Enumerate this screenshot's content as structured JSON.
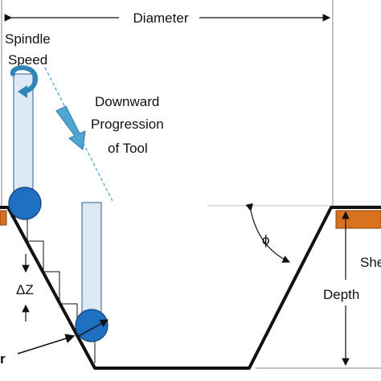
{
  "labels": {
    "diameter": "Diameter",
    "spindle_line1": "Spindle",
    "spindle_line2": "Speed",
    "downward_line1": "Downward",
    "downward_line2": "Progression",
    "downward_line3": "of Tool",
    "phi": "ϕ",
    "delta_z": "ΔZ",
    "depth": "Depth",
    "sheet_partial": "She",
    "left_partial": "r"
  },
  "colors": {
    "tool_fill": "#dce9f5",
    "tool_stroke": "#5b7fa6",
    "ball": "#1f6fc2",
    "ball_stroke": "#15457a",
    "rotation_arrow": "#2e86b8",
    "progress_arrow": "#4fa6d1",
    "sheet": "#d9711e",
    "profile": "#111111"
  }
}
